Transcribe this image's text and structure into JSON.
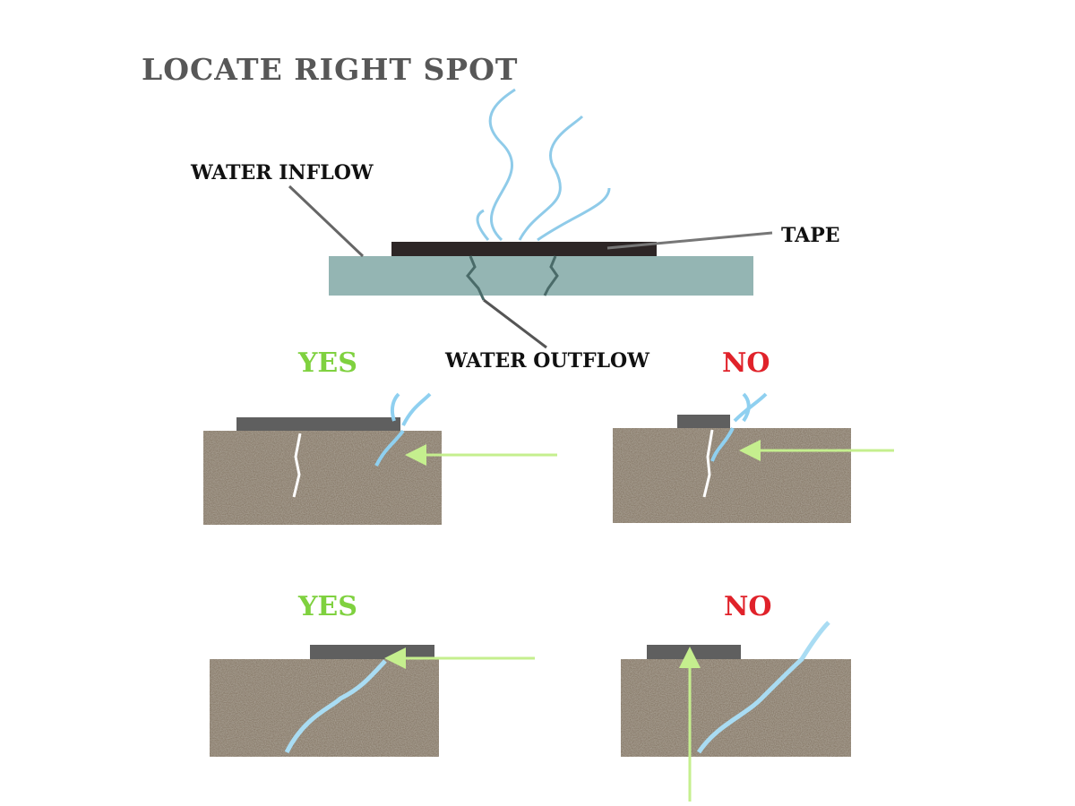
{
  "title": "LOCATE RIGHT SPOT",
  "labels": {
    "water_inflow": "WATER INFLOW",
    "tape": "TAPE",
    "water_outflow": "WATER OUTFLOW"
  },
  "verdicts": [
    "YES",
    "NO",
    "YES",
    "NO"
  ],
  "colors": {
    "yes": "#7fd13f",
    "no": "#e0222a",
    "arrow": "#c5ef8e",
    "slab": "#94b5b3",
    "tape_top": "#2d2626",
    "tape_panel": "#5f5f5f",
    "concrete": "#8a7d6c",
    "water": "#6fb6e0"
  }
}
